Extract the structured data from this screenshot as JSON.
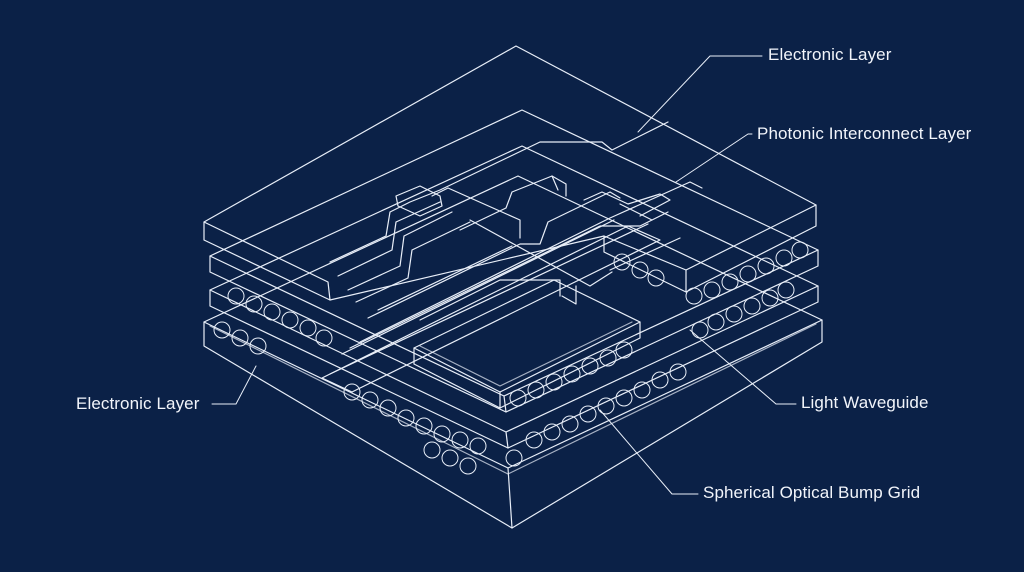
{
  "diagram": {
    "background_color": "#0b2147",
    "line_color": "#e8eef8",
    "labels": {
      "top_electronic_layer": "Electronic Layer",
      "photonic_interconnect_layer": "Photonic Interconnect Layer",
      "bottom_electronic_layer": "Electronic Layer",
      "light_waveguide": "Light Waveguide",
      "spherical_optical_bump_grid": "Spherical Optical Bump Grid"
    }
  }
}
